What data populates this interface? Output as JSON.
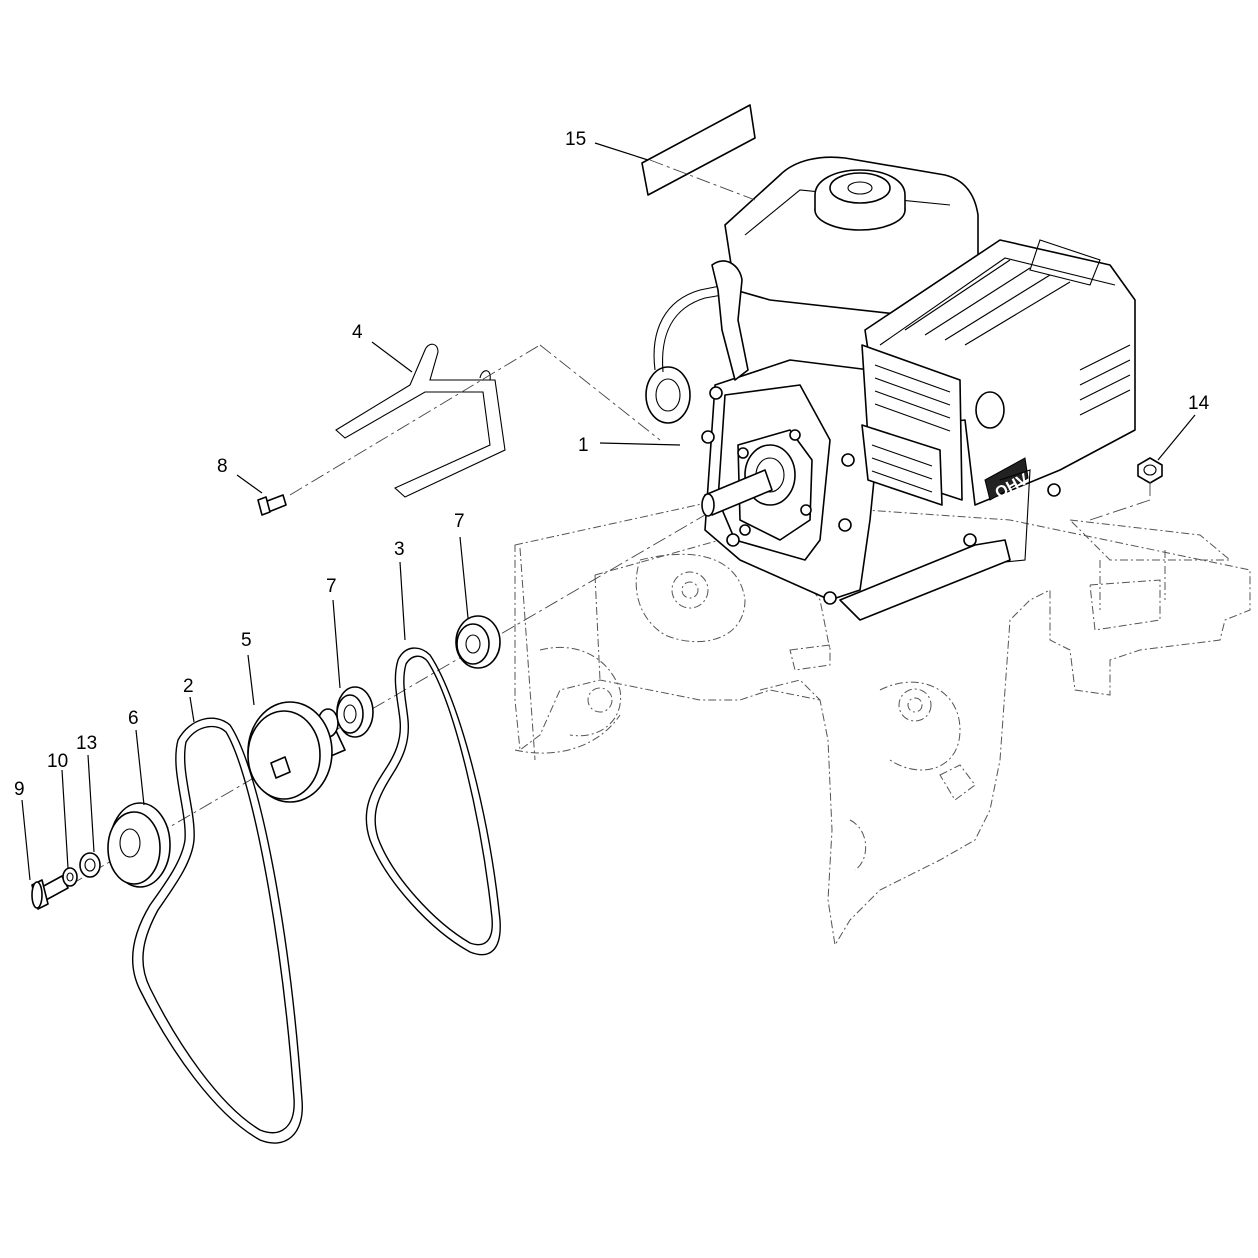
{
  "callouts": [
    {
      "id": "c1",
      "label": "1"
    },
    {
      "id": "c2",
      "label": "2"
    },
    {
      "id": "c3",
      "label": "3"
    },
    {
      "id": "c4",
      "label": "4"
    },
    {
      "id": "c5",
      "label": "5"
    },
    {
      "id": "c6",
      "label": "6"
    },
    {
      "id": "c7a",
      "label": "7"
    },
    {
      "id": "c7b",
      "label": "7"
    },
    {
      "id": "c8",
      "label": "8"
    },
    {
      "id": "c9",
      "label": "9"
    },
    {
      "id": "c10",
      "label": "10"
    },
    {
      "id": "c13",
      "label": "13"
    },
    {
      "id": "c14",
      "label": "14"
    },
    {
      "id": "c15",
      "label": "15"
    }
  ],
  "engine": {
    "badge": "OHV"
  }
}
